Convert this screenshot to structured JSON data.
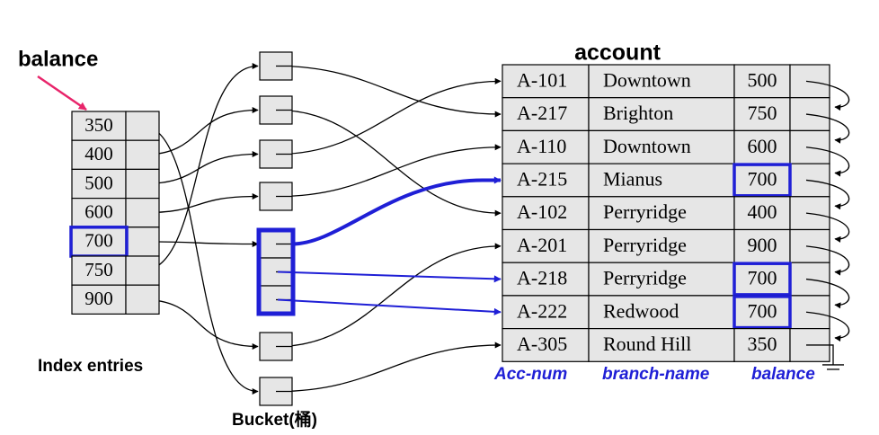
{
  "labels": {
    "search_key": "balance",
    "index_caption": "Index entries",
    "bucket_caption": "Bucket(桶)",
    "relation_name": "account"
  },
  "index_entries": [
    "350",
    "400",
    "500",
    "600",
    "700",
    "750",
    "900"
  ],
  "highlighted_index": "700",
  "account": {
    "columns": [
      "Acc-num",
      "branch-name",
      "balance"
    ],
    "rows": [
      [
        "A-101",
        "Downtown",
        "500"
      ],
      [
        "A-217",
        "Brighton",
        "750"
      ],
      [
        "A-110",
        "Downtown",
        "600"
      ],
      [
        "A-215",
        "Mianus",
        "700"
      ],
      [
        "A-102",
        "Perryridge",
        "400"
      ],
      [
        "A-201",
        "Perryridge",
        "900"
      ],
      [
        "A-218",
        "Perryridge",
        "700"
      ],
      [
        "A-222",
        "Redwood",
        "700"
      ],
      [
        "A-305",
        "Round Hill",
        "350"
      ]
    ],
    "highlighted_rows": [
      3,
      6,
      7
    ]
  },
  "buckets": [
    {
      "slots": 1,
      "targets": [
        1
      ]
    },
    {
      "slots": 1,
      "targets": [
        4
      ]
    },
    {
      "slots": 1,
      "targets": [
        0
      ]
    },
    {
      "slots": 1,
      "targets": [
        2
      ]
    },
    {
      "slots": 3,
      "targets": [
        3,
        6,
        7
      ]
    },
    {
      "slots": 1,
      "targets": [
        5
      ]
    },
    {
      "slots": 1,
      "targets": [
        8
      ]
    }
  ],
  "index_to_bucket": [
    6,
    1,
    2,
    3,
    4,
    0,
    5
  ],
  "colors": {
    "ink": "#000000",
    "cell_fill": "#e6e6e6",
    "highlight": "#1f1fd6",
    "caption_blue": "#1f1fd6",
    "pointer_arrow": "#e8246a"
  }
}
